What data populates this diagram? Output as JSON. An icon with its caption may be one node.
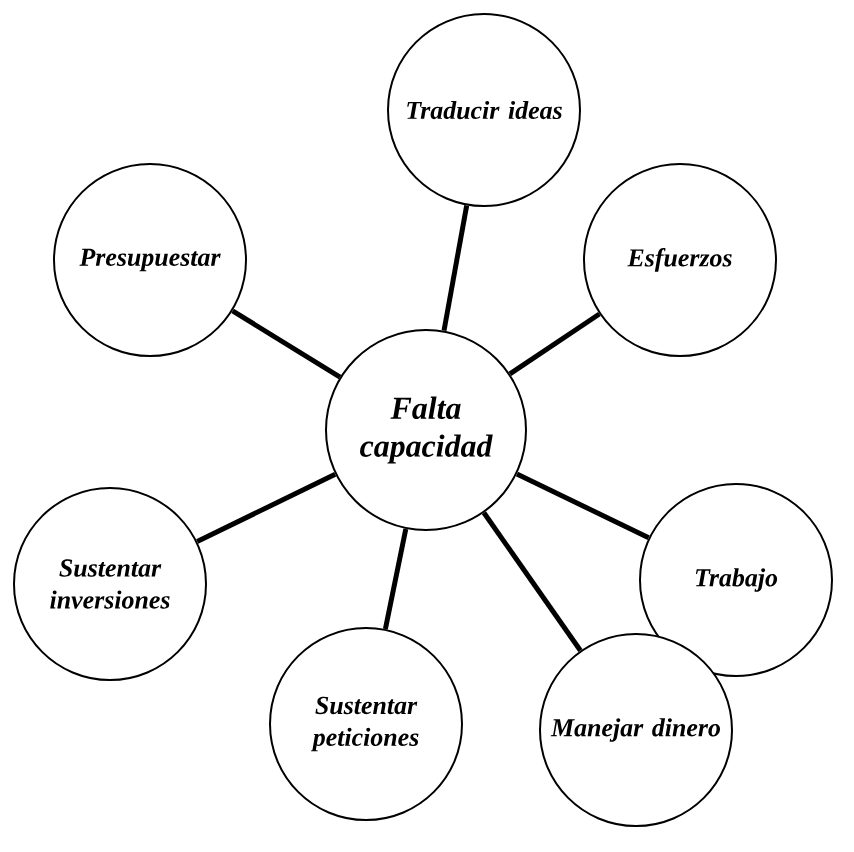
{
  "diagram": {
    "nodes": [
      {
        "text": [
          "Falta capacidad"
        ]
      },
      {
        "text": [
          "Traducir ideas"
        ]
      },
      {
        "text": [
          "Esfuerzos"
        ]
      },
      {
        "text": [
          "Trabajo"
        ]
      },
      {
        "text": [
          "Manejar dinero"
        ]
      },
      {
        "text": [
          "Sustentar peticiones"
        ]
      },
      {
        "text": [
          "Sustentar inversiones"
        ]
      },
      {
        "text": [
          "Presupuestar"
        ]
      }
    ],
    "edges": [
      {
        "from": 0,
        "to": 1,
        "arrow": "none"
      },
      {
        "from": 0,
        "to": 2,
        "arrow": "none"
      },
      {
        "from": 0,
        "to": 3,
        "arrow": "none"
      },
      {
        "from": 0,
        "to": 4,
        "arrow": "none"
      },
      {
        "from": 0,
        "to": 5,
        "arrow": "none"
      },
      {
        "from": 0,
        "to": 6,
        "arrow": "none"
      },
      {
        "from": 0,
        "to": 7,
        "arrow": "none"
      }
    ]
  }
}
